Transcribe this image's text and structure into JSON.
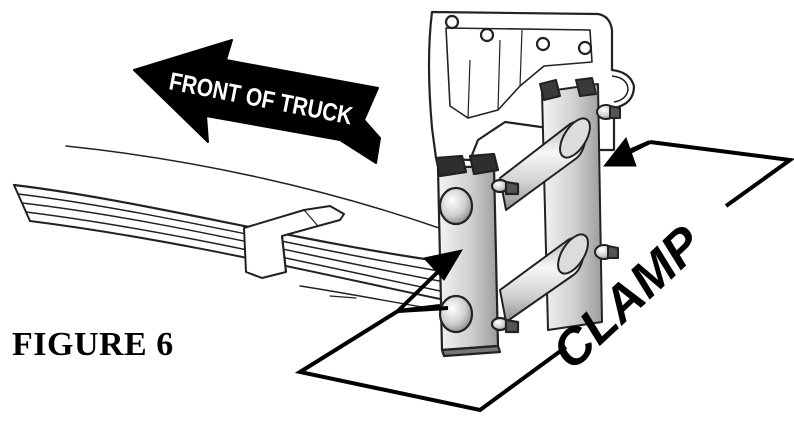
{
  "figure": {
    "label": "FIGURE 6"
  },
  "callouts": {
    "front_arrow_text": "FRONT OF TRUCK",
    "clamp_text": "CLAMP"
  },
  "colors": {
    "ink": "#000000",
    "paper": "#ffffff",
    "metal_light": "#e6e6e6",
    "metal_mid": "#b9b9b9",
    "metal_dark": "#7a7a7a"
  }
}
